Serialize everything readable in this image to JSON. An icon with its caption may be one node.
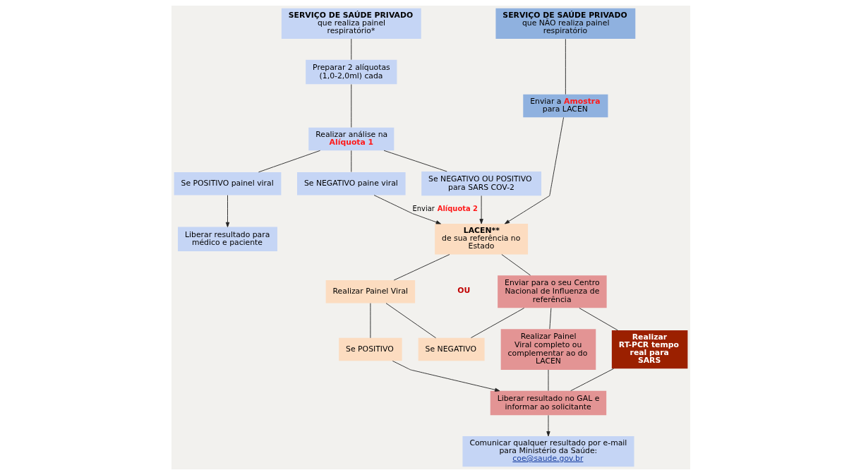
{
  "diagram": {
    "nodes": [
      {
        "text": [
          "SERVIÇO DE SAÚDE PRIVADO",
          "que realiza painel respiratório*"
        ]
      },
      {
        "text": [
          "Preparar 2 alíquotas (1,0-2,0ml) cada"
        ]
      },
      {
        "text": [
          "Realizar análise na **Alíquota 1**"
        ]
      },
      {
        "text": [
          "Se NEGATIVO paine viral"
        ]
      },
      {
        "text": [
          "Se NEGATIVO OU POSITIVO para SARS COV-2"
        ]
      },
      {
        "text": [
          "Se POSITIVO painel viral"
        ]
      },
      {
        "text": [
          "Liberar resultado para médico e paciente"
        ]
      },
      {
        "text": [
          "SERVIÇO DE SAÚDE PRIVADO",
          "que NÃO realiza painel respiratório"
        ]
      },
      {
        "text": [
          "Enviar a **Amostra** para LACEN"
        ]
      },
      {
        "text": [
          "LACEN**",
          "de sua referência no Estado"
        ]
      },
      {
        "text": [
          "Realizar Painel Viral"
        ]
      },
      {
        "text": [
          "Enviar para o seu Centro Nacional de Influenza de referência"
        ]
      },
      {
        "text": [
          "Se POSITIVO"
        ]
      },
      {
        "text": [
          "Se NEGATIVO"
        ]
      },
      {
        "text": [
          "Realizar RT-PCR tempo real para SARS"
        ]
      },
      {
        "text": [
          "Realizar Painel Viral completo ou complementar ao do LACEN"
        ]
      },
      {
        "text": [
          "Liberar resultado no GAL e informar ao solicitante"
        ]
      },
      {
        "text": [
          "Comunicar qualquer resultado por e-mail para Ministério da Saúde:",
          "coe@saude.gov.br"
        ]
      }
    ],
    "edges": [
      {
        "from": 0,
        "to": 1,
        "arrow": "none"
      },
      {
        "from": 1,
        "to": 2,
        "arrow": "none"
      },
      {
        "from": 2,
        "to": 3,
        "arrow": "none"
      },
      {
        "from": 2,
        "to": 4,
        "arrow": "none"
      },
      {
        "from": 2,
        "to": 5,
        "arrow": "none"
      },
      {
        "from": 5,
        "to": 6,
        "arrow": "to"
      },
      {
        "from": 3,
        "to": 9,
        "arrow": "to",
        "label": "Enviar **Alíquota 2**"
      },
      {
        "from": 4,
        "to": 9,
        "arrow": "to"
      },
      {
        "from": 7,
        "to": 8,
        "arrow": "none"
      },
      {
        "from": 8,
        "to": 9,
        "arrow": "to"
      },
      {
        "from": 9,
        "to": 10,
        "arrow": "none"
      },
      {
        "from": 9,
        "to": 11,
        "arrow": "none"
      },
      {
        "from": 10,
        "to": 12,
        "arrow": "none"
      },
      {
        "from": 10,
        "to": 13,
        "arrow": "none"
      },
      {
        "from": 13,
        "to": 11,
        "arrow": "none"
      },
      {
        "from": 11,
        "to": 14,
        "arrow": "none"
      },
      {
        "from": 11,
        "to": 15,
        "arrow": "none"
      },
      {
        "from": 14,
        "to": 16,
        "arrow": "none"
      },
      {
        "from": 15,
        "to": 16,
        "arrow": "none"
      },
      {
        "from": 12,
        "to": 16,
        "arrow": "to"
      },
      {
        "from": 16,
        "to": 17,
        "arrow": "to"
      }
    ],
    "labels": [
      "OU"
    ]
  }
}
